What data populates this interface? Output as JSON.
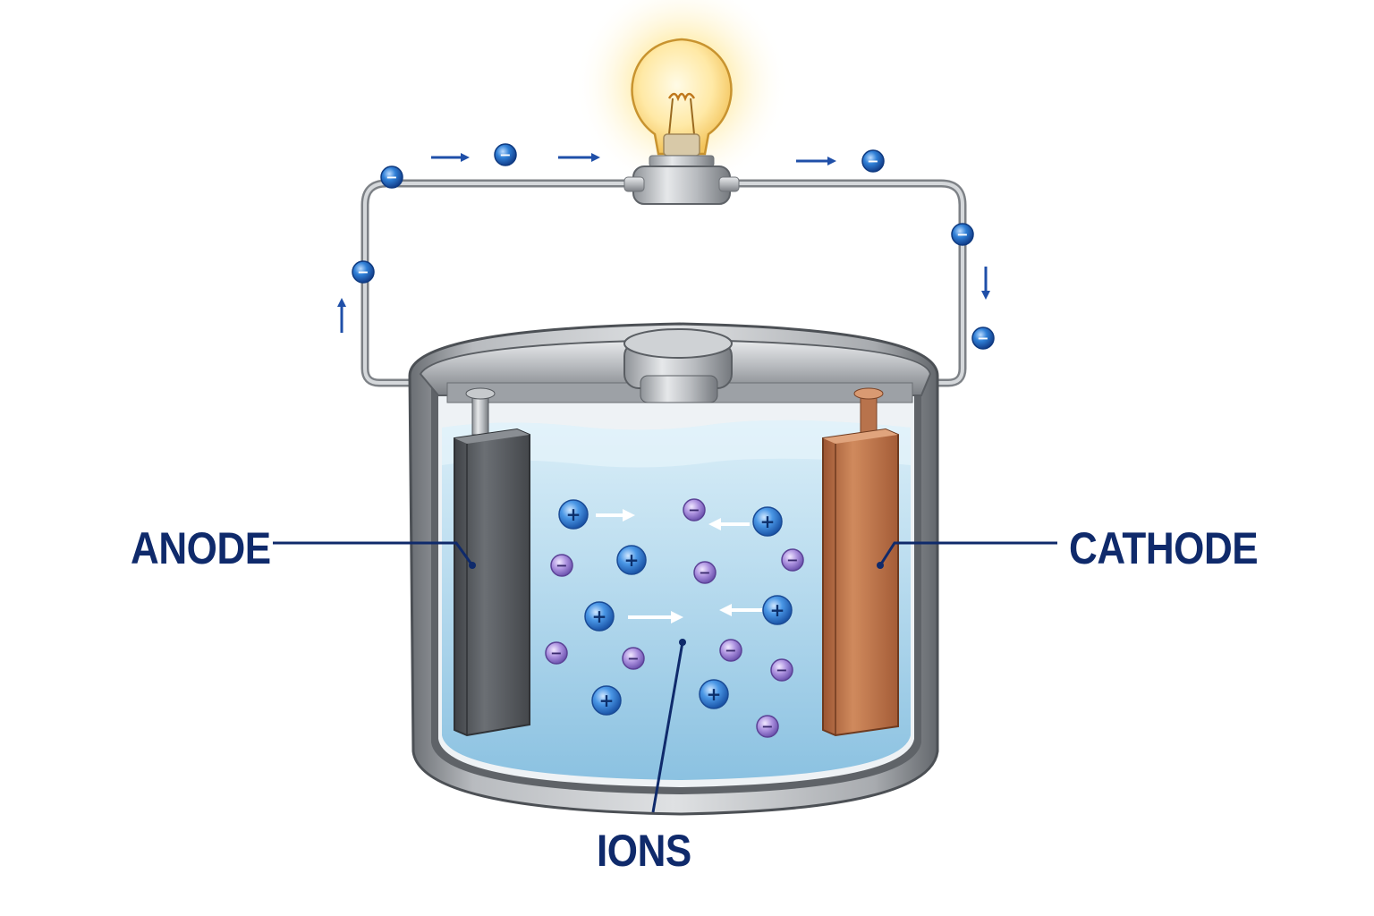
{
  "labels": {
    "anode": "ANODE",
    "cathode": "CATHODE",
    "ions": "IONS"
  },
  "symbols": {
    "positive": "+",
    "negative": "−"
  },
  "colors": {
    "label_text": "#0f2a6b",
    "electron": "#1f5fbf",
    "cation": "#2f7fd6",
    "anion": "#9b7fd4",
    "electrolyte": "#a9d1e8",
    "anode_metal": "#5a5d62",
    "cathode_metal": "#c0764a",
    "wire": "#a7abb1",
    "bulb_glow": "#ffd36a"
  },
  "icons": {
    "light_bulb": "light-bulb-icon",
    "electron": "electron-icon",
    "arrow": "arrow-icon"
  }
}
